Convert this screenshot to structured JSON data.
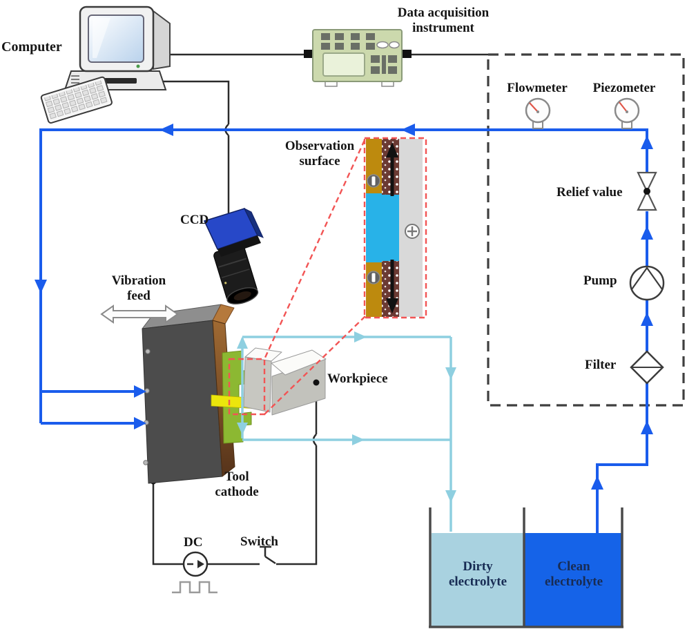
{
  "figure": {
    "labels": {
      "computer": "Computer",
      "data_acquisition": "Data acquisition instrument",
      "flowmeter": "Flowmeter",
      "piezometer": "Piezometer",
      "relief_valve": "Relief value",
      "pump": "Pump",
      "filter": "Filter",
      "observation_surface": "Observation surface",
      "ccd": "CCD",
      "vibration_feed": "Vibration feed",
      "workpiece": "Workpiece",
      "tool_cathode": "Tool cathode",
      "dc": "DC",
      "switch": "Switch",
      "dirty_electrolyte": "Dirty electrolyte",
      "clean_electrolyte": "Clean electrolyte"
    },
    "inset_signs": {
      "anode_sign": "+",
      "cathode_sign": "−"
    },
    "colors": {
      "pipe_blue": "#1a5cec",
      "pipe_cyan": "#8ecfe0",
      "callout_red": "#f25454",
      "dashed_box": "#3f3f3f",
      "clean_electrolyte": "#1563e8",
      "dirty_electrolyte": "#a9d2e0",
      "tool_body_gray": "#4c4c4c",
      "tool_holder_brown": "#8a5a2a",
      "fixture_green": "#8cb832",
      "tool_insert_yellow": "#ece60c",
      "inset_electrode_gold": "#bd8a0e",
      "inset_electrolyte_cyan": "#28b2e8",
      "inset_anode_gray": "#d9d9d9",
      "camera_blue": "#2748c8",
      "instrument_green": "#ccd9ad"
    }
  }
}
